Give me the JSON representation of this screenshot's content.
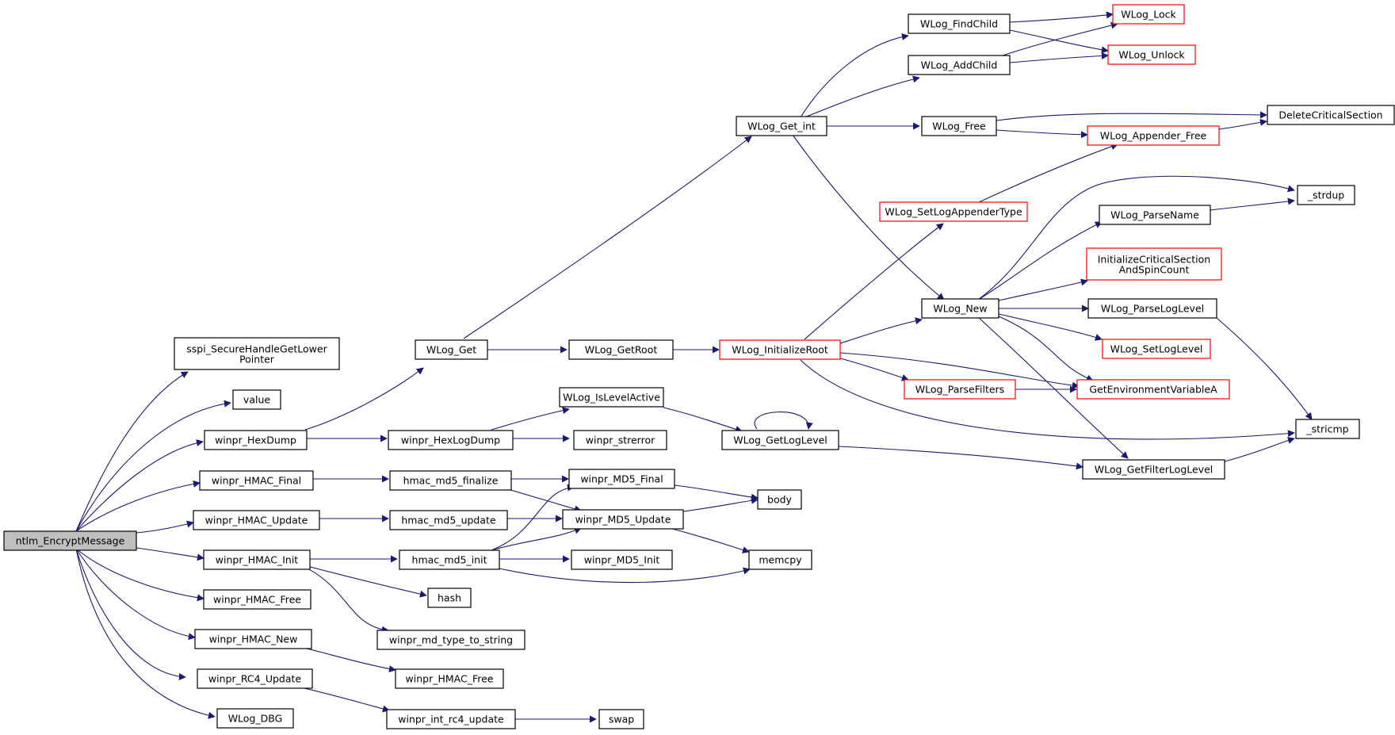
{
  "colors": {
    "edge": "#191970",
    "root_fill": "#bfbfbf",
    "truncated_border": "#ff0000",
    "normal_border": "#000000"
  },
  "nodes": {
    "ntlm_EncryptMessage": "ntlm_EncryptMessage",
    "sspi_SecureHandleGetLowerPointer": "sspi_SecureHandleGetLower\nPointer",
    "value": "value",
    "winpr_HexDump": "winpr_HexDump",
    "winpr_HMAC_Final": "winpr_HMAC_Final",
    "winpr_HMAC_Update": "winpr_HMAC_Update",
    "winpr_HMAC_Init": "winpr_HMAC_Init",
    "winpr_HMAC_Free_a": "winpr_HMAC_Free",
    "winpr_HMAC_New": "winpr_HMAC_New",
    "winpr_RC4_Update": "winpr_RC4_Update",
    "WLog_DBG": "WLog_DBG",
    "WLog_Get": "WLog_Get",
    "winpr_HexLogDump": "winpr_HexLogDump",
    "hmac_md5_finalize": "hmac_md5_finalize",
    "hmac_md5_update": "hmac_md5_update",
    "hmac_md5_init": "hmac_md5_init",
    "hash": "hash",
    "winpr_md_type_to_string": "winpr_md_type_to_string",
    "winpr_HMAC_Free_b": "winpr_HMAC_Free",
    "winpr_int_rc4_update": "winpr_int_rc4_update",
    "WLog_GetRoot": "WLog_GetRoot",
    "WLog_IsLevelActive": "WLog_IsLevelActive",
    "winpr_strerror": "winpr_strerror",
    "winpr_MD5_Final": "winpr_MD5_Final",
    "winpr_MD5_Update": "winpr_MD5_Update",
    "winpr_MD5_Init": "winpr_MD5_Init",
    "swap": "swap",
    "WLog_Get_int": "WLog_Get_int",
    "WLog_InitializeRoot": "WLog_InitializeRoot",
    "WLog_GetLogLevel": "WLog_GetLogLevel",
    "body": "body",
    "memcpy": "memcpy",
    "WLog_FindChild": "WLog_FindChild",
    "WLog_AddChild": "WLog_AddChild",
    "WLog_SetLogAppenderType": "WLog_SetLogAppenderType",
    "WLog_Free": "WLog_Free",
    "WLog_New": "WLog_New",
    "WLog_ParseFilters": "WLog_ParseFilters",
    "WLog_Lock": "WLog_Lock",
    "WLog_Unlock": "WLog_Unlock",
    "WLog_Appender_Free": "WLog_Appender_Free",
    "WLog_ParseName": "WLog_ParseName",
    "InitializeCriticalSectionAndSpinCount": "InitializeCriticalSection\nAndSpinCount",
    "WLog_ParseLogLevel": "WLog_ParseLogLevel",
    "WLog_SetLogLevel": "WLog_SetLogLevel",
    "GetEnvironmentVariableA": "GetEnvironmentVariableA",
    "WLog_GetFilterLogLevel": "WLog_GetFilterLogLevel",
    "DeleteCriticalSection": "DeleteCriticalSection",
    "_strdup": "_strdup",
    "_stricmp": "_stricmp"
  }
}
